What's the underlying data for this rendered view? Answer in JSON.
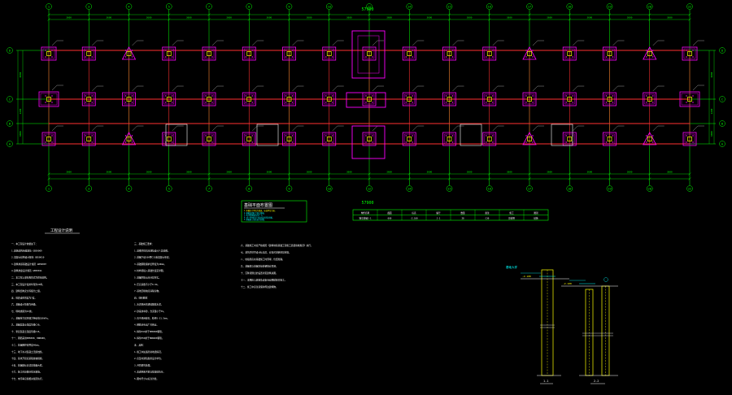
{
  "colors": {
    "background": "#000000",
    "axis": "#00ff00",
    "beam": "#ff3030",
    "footing": "#ff00ff",
    "column": "#ffff00",
    "text": "#ffffff",
    "dim": "#00ff00",
    "accent": "#00ffff"
  },
  "grid": {
    "columns_top": [
      "1",
      "3",
      "4",
      "5",
      "7",
      "8",
      "9",
      "10",
      "12",
      "14",
      "15",
      "16",
      "17",
      "18",
      "19",
      "20",
      "22"
    ],
    "columns_bottom": [
      "1",
      "3",
      "4",
      "5",
      "7",
      "8",
      "9",
      "10",
      "12",
      "14",
      "15",
      "16",
      "17",
      "18",
      "19",
      "20",
      "22"
    ],
    "rows_left": [
      "D",
      "C",
      "B",
      "A"
    ],
    "rows_right": [
      "D",
      "C",
      "B",
      "A"
    ]
  },
  "dimensions": {
    "top_total": "57900",
    "bottom_total": "57900",
    "spans_top": [
      "3600",
      "3600",
      "3600",
      "3600",
      "3600",
      "3600",
      "3600",
      "3600",
      "3600",
      "3600",
      "3600",
      "3600",
      "3600",
      "3600",
      "3600",
      "3600"
    ],
    "spans_bottom": [
      "3600",
      "3600",
      "3600",
      "3600",
      "3600",
      "3600",
      "3600",
      "3600",
      "3600",
      "3600",
      "3600",
      "3600",
      "3600",
      "3600",
      "3600",
      "3600"
    ],
    "left_side": [
      "6000",
      "2400",
      "6000"
    ],
    "right_side": [
      "6000",
      "2400",
      "6000"
    ]
  },
  "drawing_title": "基础平面布置图",
  "title_notes": [
    "1.本图尺寸单位为毫米，标高单位为米。",
    "2.基础采用柱下独立基础。",
    "3.未注明基础均为J-1。",
    "4.±0.000相当于绝对标高详见总图。",
    "5.基础施工前应进行验槽。"
  ],
  "schedule": {
    "headers": [
      "构件名称",
      "截面",
      "标高",
      "编号",
      "数量",
      "备注",
      "施工",
      "图别"
    ],
    "row": [
      "独立基础J-1",
      "600",
      "-2.100",
      "J-1",
      "28",
      "C30",
      "见说明",
      "结施"
    ]
  },
  "notes_title": "工程设计说明",
  "notes_col1": [
    "一、本工程设计依据如下：",
    "1.建筑结构荷载规范 GB50009",
    "2.混凝土结构设计规范 GB50010",
    "3.建筑地基基础设计规范 GB50007",
    "4.建筑抗震设计规范 GB50011",
    "二、本工程上部结构形式为框架结构。",
    "三、本工程设计使用年限为50年。",
    "四、建筑结构安全等级为二级。",
    "五、抗震设防烈度为7度。",
    "六、基础设计等级为丙级。",
    "七、场地类别为II类。",
    "八、基础持力层承载力特征值180kPa。",
    "九、基础混凝土强度等级C30。",
    "十、垫层混凝土强度等级C15。",
    "十一、钢筋采用HPB300、HRB400。",
    "十二、基础保护层厚度40mm。",
    "十三、地下水对混凝土无腐蚀性。",
    "十四、基坑开挖应采取放坡措施。",
    "十五、基础底标高详见基础大样。",
    "十六、施工时应做好排水措施。",
    "十七、未尽事宜按相关规范执行。"
  ],
  "notes_col2": [
    "三、基础施工要求：",
    "1.基槽开挖后应通知设计人员验槽。",
    "2.基础下设100厚C15素混凝土垫层。",
    "3.基础钢筋保护层厚度为40mm。",
    "4.柱纵筋插入基础长度见详图。",
    "5.基础回填土应分层夯实。",
    "6.压实系数不小于0.94。",
    "7.基坑回填前应清除杂物。",
    "四、材料要求：",
    "1.水泥采用普通硅酸盐水泥。",
    "2.砂采用中砂，含泥量小于3%。",
    "3.石子采用碎石，粒径5-31.5mm。",
    "4.钢筋应有出厂合格证。",
    "5.焊条E43用于HPB300钢筋。",
    "6.焊条E50用于HRB400钢筋。",
    "五、其他：",
    "1.施工中如遇异常地质情况。",
    "2.应及时通知勘察设计单位。",
    "3.共同研究处理。",
    "4.本说明未尽事宜按规范执行。",
    "5.图中尺寸以标注为准。"
  ],
  "notes_col3": [
    "六、基础施工时应严格按照《建筑地基基础工程施工质量验收规范》执行。",
    "七、基坑开挖至设计标高后，应及时浇筑垫层封底。",
    "八、柱插筋应在基础施工时预埋，位置准确。",
    "九、基础梁与基础交接处钢筋应贯通。",
    "十、沉降观测点的设置详见建筑总图。",
    "十一、本图应与建筑及设备专业图纸配合施工。",
    "十二、施工中应注意保护周边建筑物。"
  ],
  "detail_labels": {
    "left_title": "基础大样",
    "left_caption": "1-1",
    "right_caption": "2-2",
    "elev_left": "-2.100",
    "elev_right": "-2.100"
  }
}
